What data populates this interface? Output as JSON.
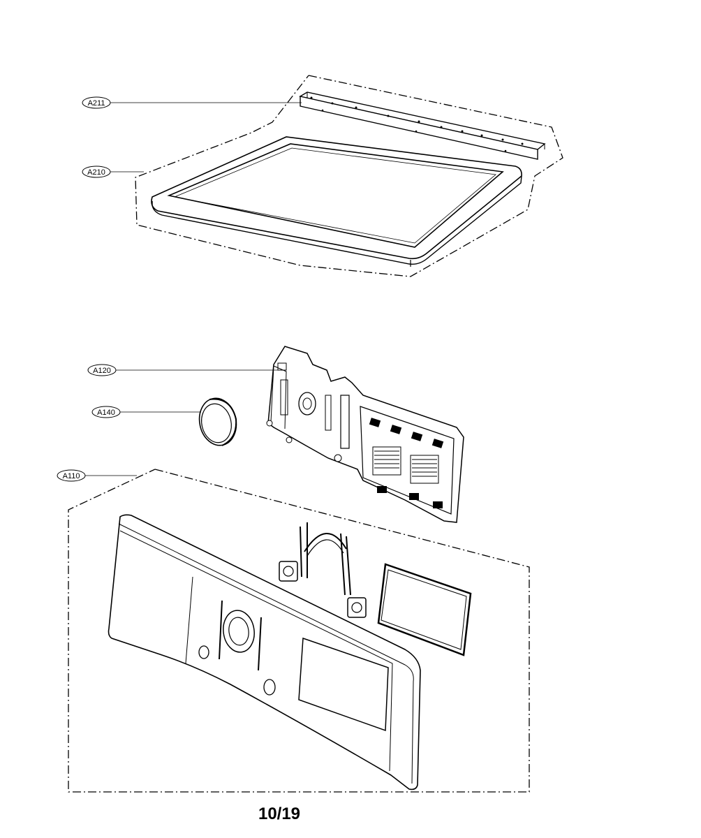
{
  "callouts": {
    "a211": "A211",
    "a210": "A210",
    "a120": "A120",
    "a140": "A140",
    "a110": "A110"
  },
  "page_number": "10/19"
}
